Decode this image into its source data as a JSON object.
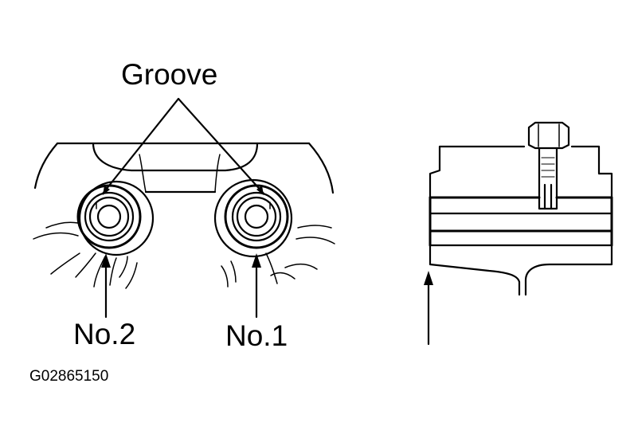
{
  "labels": {
    "groove": "Groove",
    "no2": "No.2",
    "no1": "No.1",
    "figure_code": "G02865150"
  },
  "colors": {
    "ink": "#000000",
    "paper": "#ffffff"
  }
}
